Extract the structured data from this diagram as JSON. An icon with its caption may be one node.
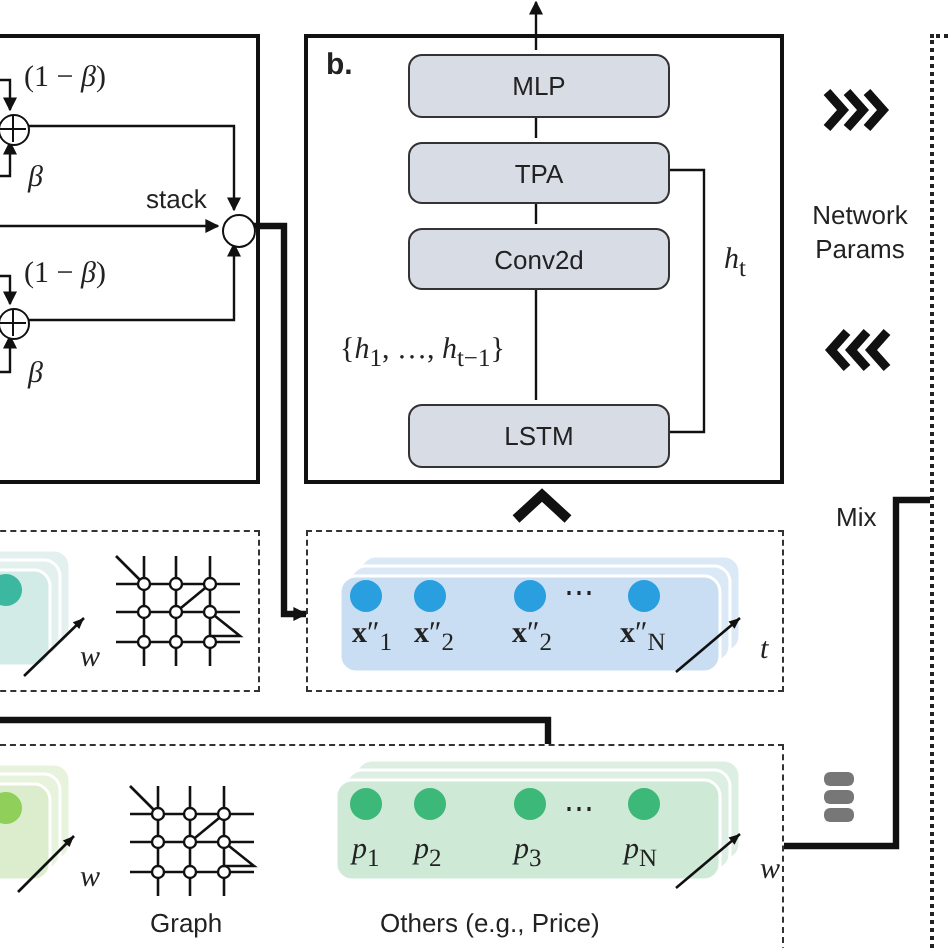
{
  "diagram": {
    "nodes": [
      {
        "text": [],
        "shape": "box"
      },
      {
        "text": [],
        "shape": "circle",
        "in": 0
      },
      {
        "text": [],
        "shape": "circle",
        "in": 0
      },
      {
        "text": [],
        "shape": "circle",
        "in": 0,
        "beside": [
          "stack"
        ]
      },
      {
        "text": [
          "b."
        ]
      },
      {
        "text": [
          "MLP"
        ],
        "in": 4
      },
      {
        "text": [
          "TPA"
        ],
        "in": 4
      },
      {
        "text": [
          "Conv2d"
        ],
        "in": 4
      },
      {
        "text": [
          "LSTM"
        ],
        "in": 4
      },
      {
        "text": [],
        "shape": "box"
      },
      {
        "text": [],
        "shape": "box"
      },
      {
        "text": [],
        "shape": "box"
      },
      {
        "text": [],
        "shape": "box"
      }
    ],
    "edges": [
      {
        "from": 1,
        "to": 3,
        "arrow": "to"
      },
      {
        "from": null,
        "to": 3,
        "arrow": "to"
      },
      {
        "from": 2,
        "to": 3,
        "arrow": "to"
      },
      {
        "from": null,
        "to": 1,
        "arrow": "to",
        "label": "(1 − *β*)"
      },
      {
        "from": null,
        "to": 1,
        "arrow": "to",
        "label": "*β*"
      },
      {
        "from": null,
        "to": 2,
        "arrow": "to",
        "label": "(1 − *β*)"
      },
      {
        "from": null,
        "to": 2,
        "arrow": "to",
        "label": "*β*"
      },
      {
        "from": 3,
        "to": 10,
        "arrow": "to",
        "style": "thick"
      },
      {
        "from": 8,
        "to": 7,
        "arrow": "none",
        "label": "{*h*$_{1}$, …, *h*$_{t−1}$}"
      },
      {
        "from": 7,
        "to": 6,
        "arrow": "none"
      },
      {
        "from": 6,
        "to": 5,
        "arrow": "none"
      },
      {
        "from": 5,
        "to": null,
        "arrow": "to"
      },
      {
        "from": 6,
        "to": 8,
        "arrow": "none",
        "label": "*h*$_{t}$"
      },
      {
        "from": 10,
        "to": 4,
        "arrow": "to",
        "style": "thick"
      },
      {
        "from": 4,
        "to": 12,
        "arrow": "to",
        "style": "thick"
      },
      {
        "from": 12,
        "to": 4,
        "arrow": "to",
        "style": "thick"
      },
      {
        "from": 11,
        "to": 12,
        "arrow": "none",
        "label": "Mix",
        "style": "thick"
      },
      {
        "from": 11,
        "to": null,
        "arrow": "none",
        "style": "thick"
      }
    ],
    "labels": [
      "Network Params",
      "*w*",
      "**x**″$_{1}$",
      "**x**″$_{2}$",
      "**x**″$_{2}$",
      "⋯",
      "**x**″$_{N}$",
      "*t*",
      "*w*",
      "*p*$_{1}$",
      "*p*$_{2}$",
      "*p*$_{3}$",
      "⋯",
      "*p*$_{N}$",
      "*w*",
      "Graph",
      "Others (e.g., Price)"
    ]
  }
}
